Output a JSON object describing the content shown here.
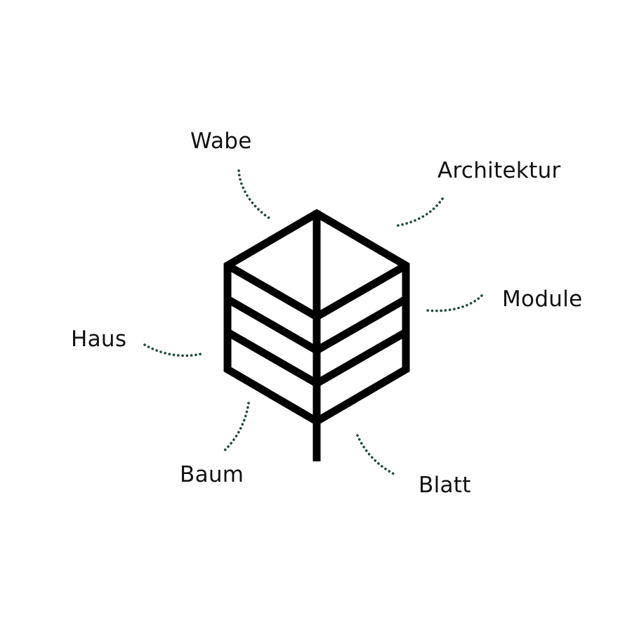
{
  "diagram": {
    "labels": {
      "wabe": "Wabe",
      "architektur": "Architektur",
      "module": "Module",
      "haus": "Haus",
      "baum": "Baum",
      "blatt": "Blatt"
    },
    "icon": "hexagon-leaf-house-icon",
    "colors": {
      "icon_stroke": "#000000",
      "connector_dots": "#1f4a36",
      "text": "#111111",
      "background": "#ffffff"
    }
  }
}
